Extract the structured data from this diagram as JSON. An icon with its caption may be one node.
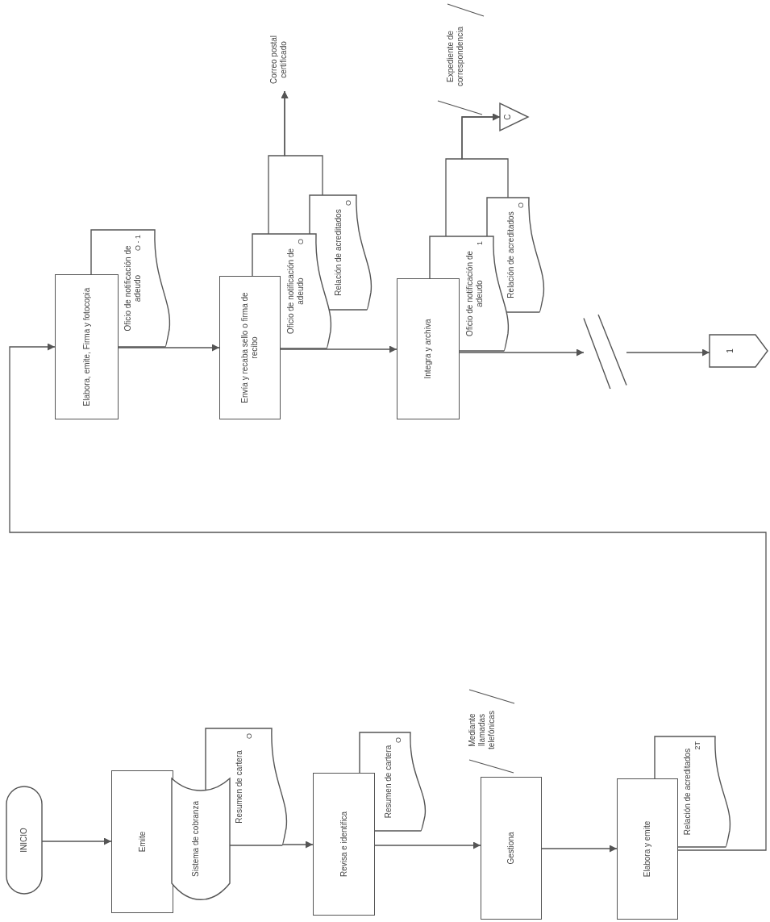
{
  "diagram": {
    "nodes": [
      {
        "text": [
          "INICIO"
        ]
      },
      {
        "text": [
          "Emite"
        ]
      },
      {
        "text": [
          "Sistema de cobranza"
        ]
      },
      {
        "text": [
          "Resumen de cartera",
          "O"
        ]
      },
      {
        "text": [
          "Revisa e identifica"
        ]
      },
      {
        "text": [
          "Resumen de cartera",
          "O"
        ]
      },
      {
        "text": [
          "Gestiona"
        ],
        "beside": [
          "Mediante llamadas telefónicas"
        ]
      },
      {
        "text": [
          "Elabora y emite"
        ]
      },
      {
        "text": [
          "Relación de acreditados",
          "2T"
        ]
      },
      {
        "text": [
          "Elabora, emite, Firma y fotocopia"
        ]
      },
      {
        "text": [
          "Oficio de notificación de adeudo",
          "O - 1"
        ]
      },
      {
        "text": [
          "Envía y recaba sello o firma de recibo"
        ]
      },
      {
        "text": [
          "Oficio de notificación de adeudo",
          "O"
        ]
      },
      {
        "text": [
          "Relación de acreditados",
          "O"
        ]
      },
      {
        "text": [
          "Correo postal certificado"
        ]
      },
      {
        "text": [
          "Integra y archiva"
        ]
      },
      {
        "text": [
          "Oficio de notificación de adeudo",
          "1"
        ]
      },
      {
        "text": [
          "Relación de acreditados",
          "O"
        ]
      },
      {
        "text": [
          "C"
        ]
      },
      {
        "text": [],
        "shape": "break"
      },
      {
        "text": [
          "1"
        ]
      }
    ],
    "edges": [
      {
        "from": 0,
        "to": 1,
        "arrow": "to"
      },
      {
        "from": 2,
        "to": 4,
        "arrow": "to"
      },
      {
        "from": 4,
        "to": 6,
        "arrow": "to"
      },
      {
        "from": 6,
        "to": 7,
        "arrow": "to"
      },
      {
        "from": 7,
        "to": 9,
        "arrow": "to"
      },
      {
        "from": 9,
        "to": 11,
        "arrow": "to"
      },
      {
        "from": 11,
        "to": 15,
        "arrow": "to"
      },
      {
        "from": 12,
        "to": 14,
        "arrow": "to"
      },
      {
        "from": 13,
        "to": 14,
        "arrow": "to"
      },
      {
        "from": 16,
        "to": 18,
        "arrow": "to"
      },
      {
        "from": 17,
        "to": 18,
        "arrow": "to"
      },
      {
        "from": 15,
        "to": 19,
        "arrow": "to"
      },
      {
        "from": 19,
        "to": 20,
        "arrow": "to"
      }
    ],
    "labels": [
      "Expediente de correspondencia"
    ]
  }
}
